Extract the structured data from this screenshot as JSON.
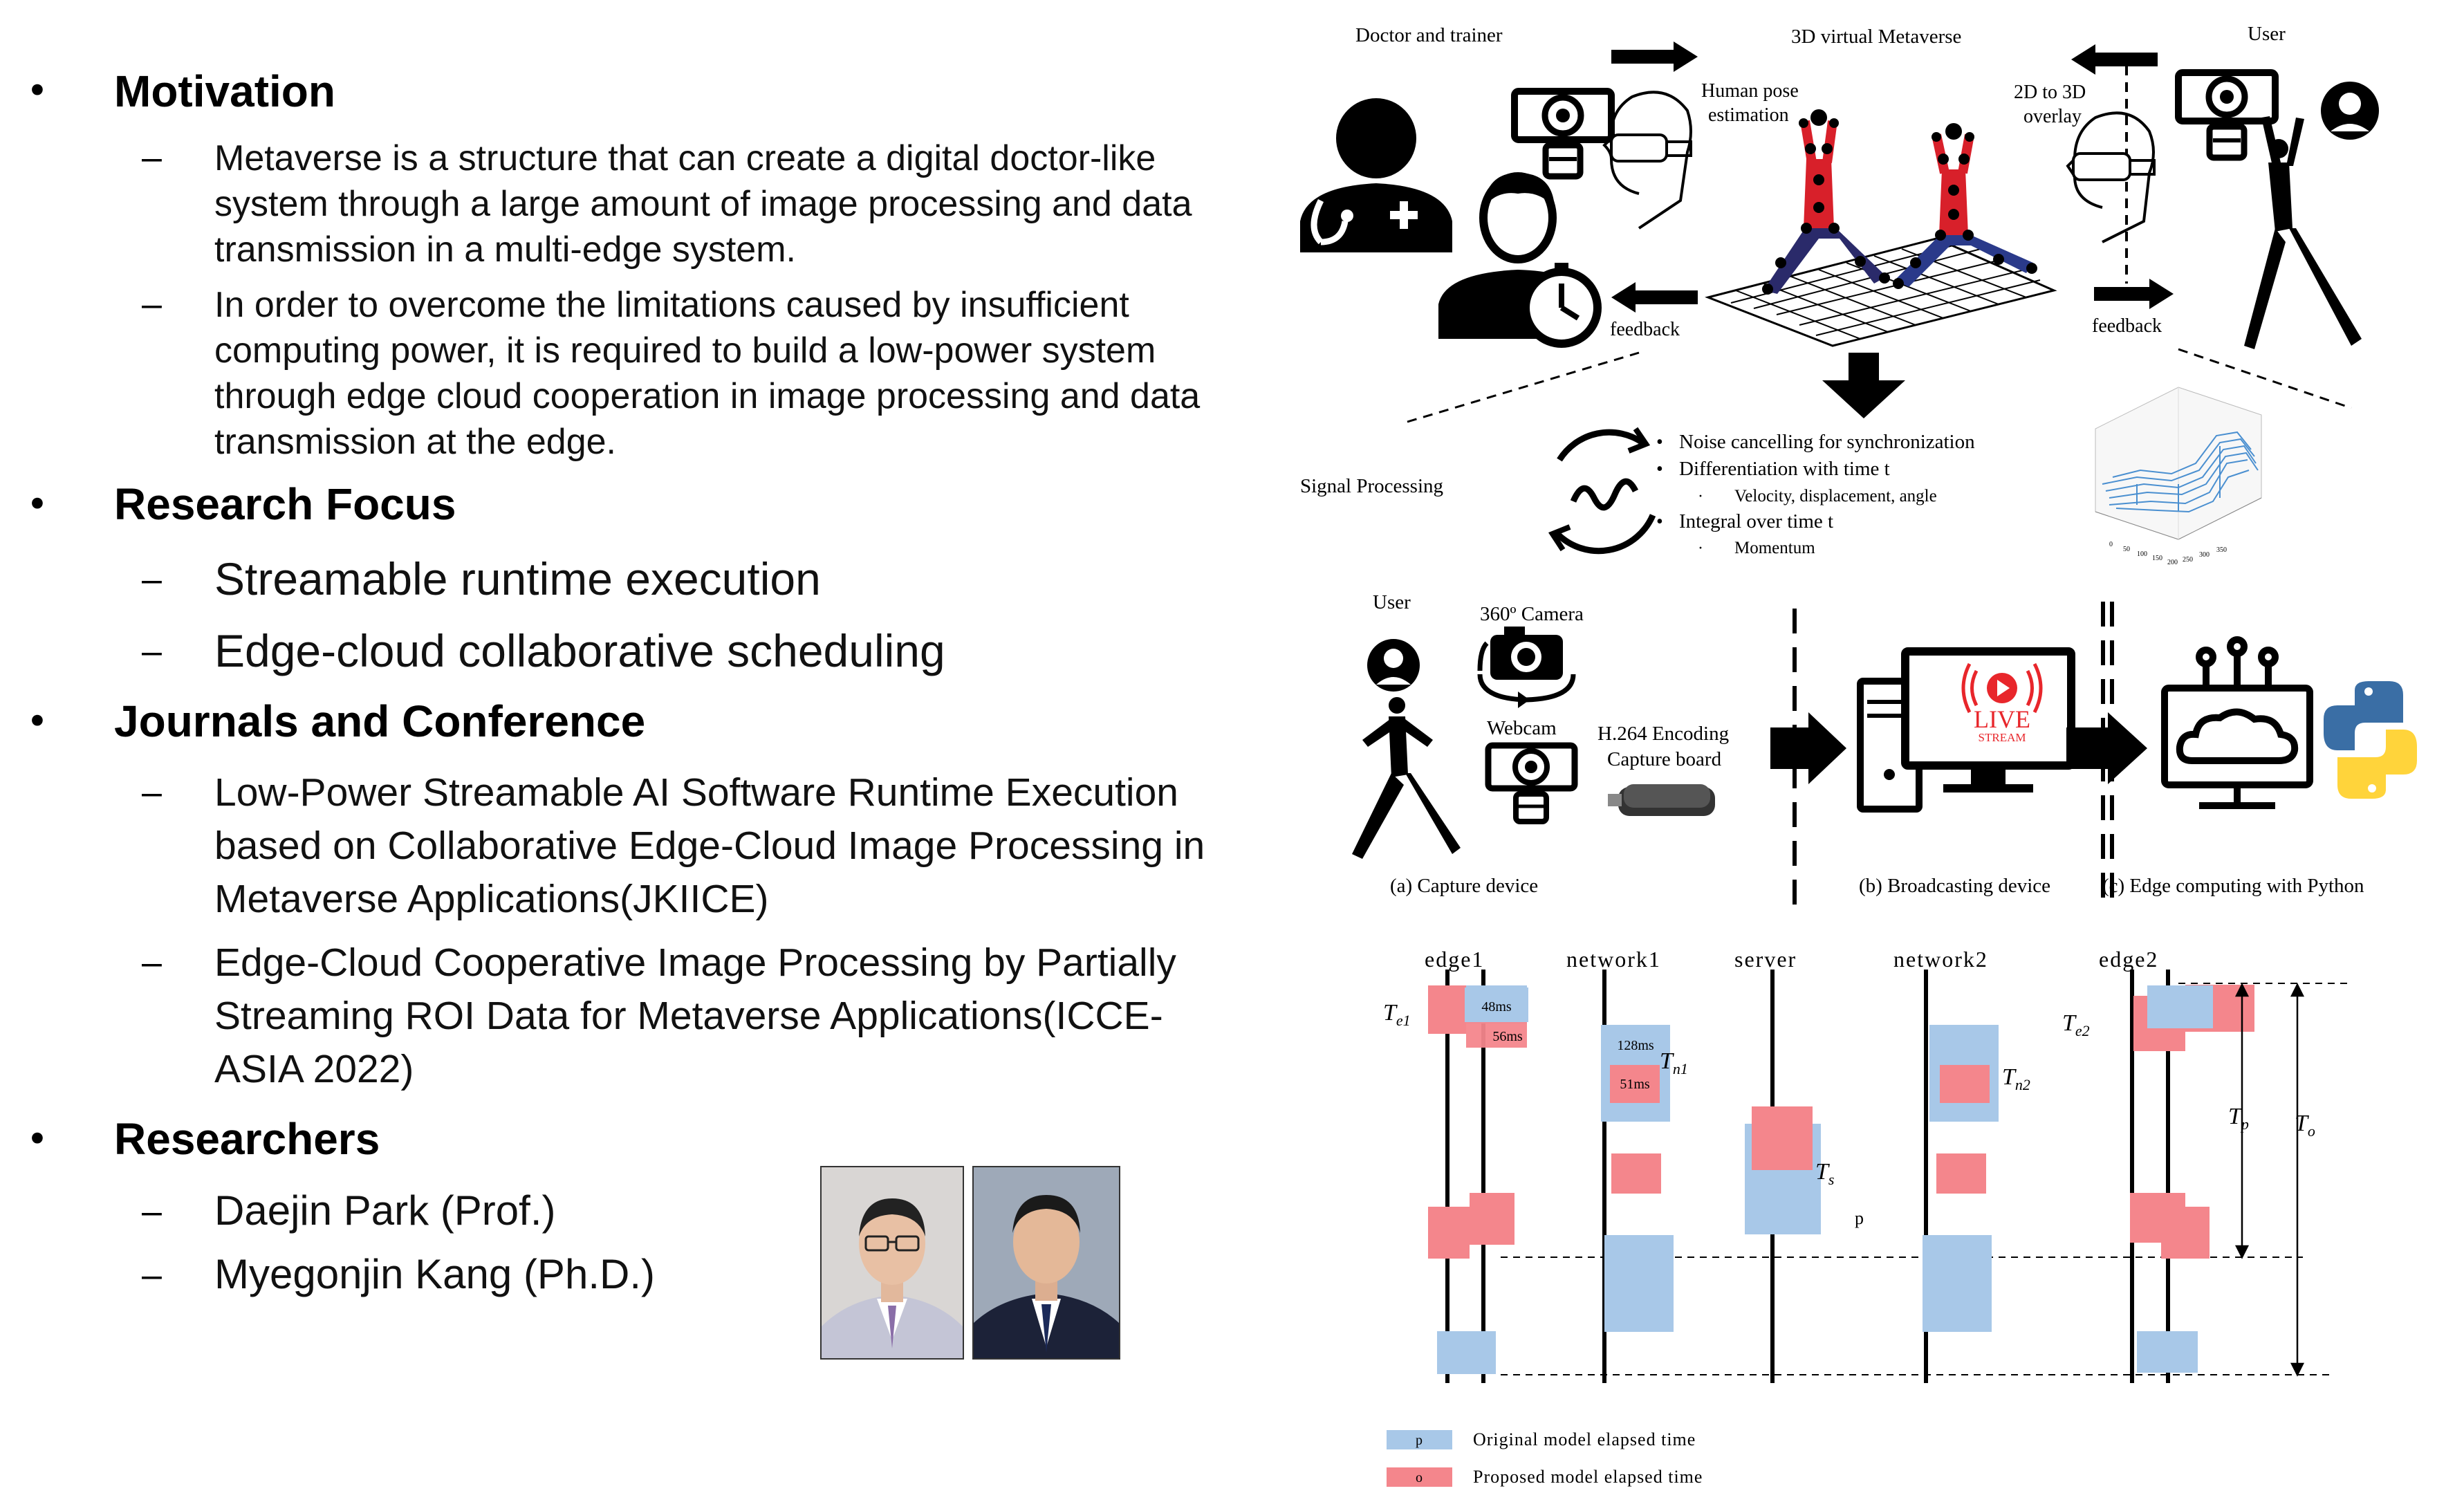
{
  "sections": {
    "motivation": {
      "heading": "Motivation",
      "items": [
        "Metaverse is a structure that can create a digital doctor-like system through a large amount of image processing and data transmission in a multi-edge system.",
        "In order to overcome the limitations caused by insufficient computing power, it is required to build a low-power system through edge cloud cooperation in image processing and data transmission at the edge."
      ]
    },
    "research_focus": {
      "heading": "Research Focus",
      "items": [
        "Streamable runtime execution",
        "Edge-cloud collaborative scheduling"
      ]
    },
    "journals": {
      "heading": "Journals and Conference",
      "items": [
        "Low-Power Streamable AI Software Runtime Execution based on Collaborative Edge-Cloud Image Processing in Metaverse Applications(JKIICE)",
        "Edge-Cloud Cooperative Image Processing by Partially Streaming ROI Data for Metaverse Applications(ICCE-ASIA 2022)"
      ]
    },
    "researchers": {
      "heading": "Researchers",
      "items": [
        "Daejin Park (Prof.)",
        "Myegonjin Kang (Ph.D.)"
      ]
    }
  },
  "bullet_char": "•",
  "dash_char": "–",
  "diagram_top": {
    "doctor_label": "Doctor and trainer",
    "metaverse_label": "3D virtual Metaverse",
    "user_label": "User",
    "pose_label_1": "Human pose",
    "pose_label_2": "estimation",
    "overlay_label_1": "2D to 3D",
    "overlay_label_2": "overlay",
    "feedback_left": "feedback",
    "feedback_right": "feedback",
    "signal_label": "Signal Processing",
    "signal_bullets": [
      "Noise cancelling  for synchronization",
      "Differentiation  with time t",
      "Integral  over time t"
    ],
    "signal_sub_1": "Velocity, displacement, angle",
    "signal_sub_2": "Momentum",
    "plot_ticks": [
      "0",
      "50",
      "100",
      "150",
      "200",
      "250",
      "300",
      "350"
    ]
  },
  "diagram_mid": {
    "user_label": "User",
    "camera_360_label": "360º Camera",
    "webcam_label": "Webcam",
    "encoding_label_1": "H.264 Encoding",
    "encoding_label_2": "Capture board",
    "capture_caption": "(a) Capture device",
    "broadcast_caption": "(b) Broadcasting device",
    "edge_caption": "(c) Edge computing with Python",
    "live_label": "LIVE",
    "stream_label": "STREAM"
  },
  "timing": {
    "columns": [
      "edge1",
      "network1",
      "server",
      "network2",
      "edge2"
    ],
    "ms_48": "48ms",
    "ms_56": "56ms",
    "ms_128": "128ms",
    "ms_51": "51ms",
    "p_marker": "p",
    "te1": "T",
    "te1_sub": "e1",
    "tn1": "T",
    "tn1_sub": "n1",
    "ts": "T",
    "ts_sub": "s",
    "tn2": "T",
    "tn2_sub": "n2",
    "te2": "T",
    "te2_sub": "e2",
    "tp": "T",
    "tp_sub": "p",
    "to": "T",
    "to_sub": "o",
    "legend": [
      {
        "swatch": "p",
        "label": "Original model elapsed  time",
        "color": "#a8c8e8"
      },
      {
        "swatch": "o",
        "label": "Proposed model elapsed  time",
        "color": "#f4868c"
      }
    ]
  },
  "colors": {
    "blue_box": "#a8c8e8",
    "red_box": "#f4868c",
    "live_red": "#e8262b",
    "python_blue": "#3a6ea5",
    "python_yellow": "#ffd43b",
    "plot_line": "#4a8fd0"
  }
}
